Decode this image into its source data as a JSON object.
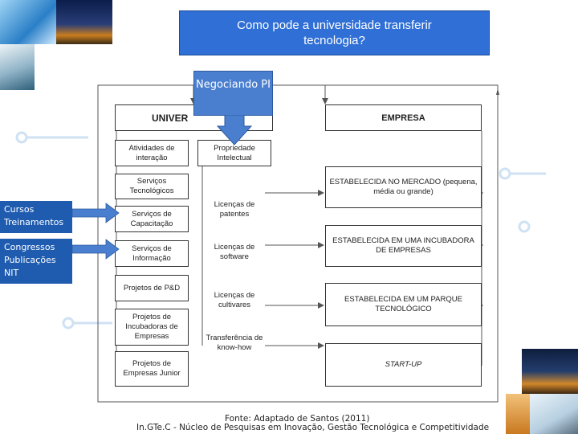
{
  "title": "Como pode a universidade transferir tecnologia?",
  "callout": "Negociando PI",
  "headers": {
    "universidade": "UNIVER",
    "empresa": "EMPRESA"
  },
  "col_headers": {
    "atividades": "Atividades de interação",
    "propriedade": "Propriedade Intelectual"
  },
  "atividades": [
    "Serviços Tecnológicos",
    "Serviços de Capacitação",
    "Serviços de Informação",
    "Projetos de P&D",
    "Projetos de Incubadoras de Empresas",
    "Projetos de Empresas Junior"
  ],
  "propriedade": [
    "Licenças de patentes",
    "Licenças de software",
    "Licenças de cultivares",
    "Transferência de know-how"
  ],
  "empresa": [
    "ESTABELECIDA NO MERCADO (pequena, média ou grande)",
    "ESTABELECIDA EM UMA INCUBADORA DE EMPRESAS",
    "ESTABELECIDA EM UM PARQUE TECNOLÓGICO",
    "START-UP"
  ],
  "side_labels": [
    "Cursos Treinamentos",
    "Congressos Publicações NIT"
  ],
  "footer": {
    "source": "Fonte: Adaptado de Santos (2011)",
    "org": "In.GTe.C - Núcleo de Pesquisas em Inovação, Gestão Tecnológica e Competitividade"
  }
}
